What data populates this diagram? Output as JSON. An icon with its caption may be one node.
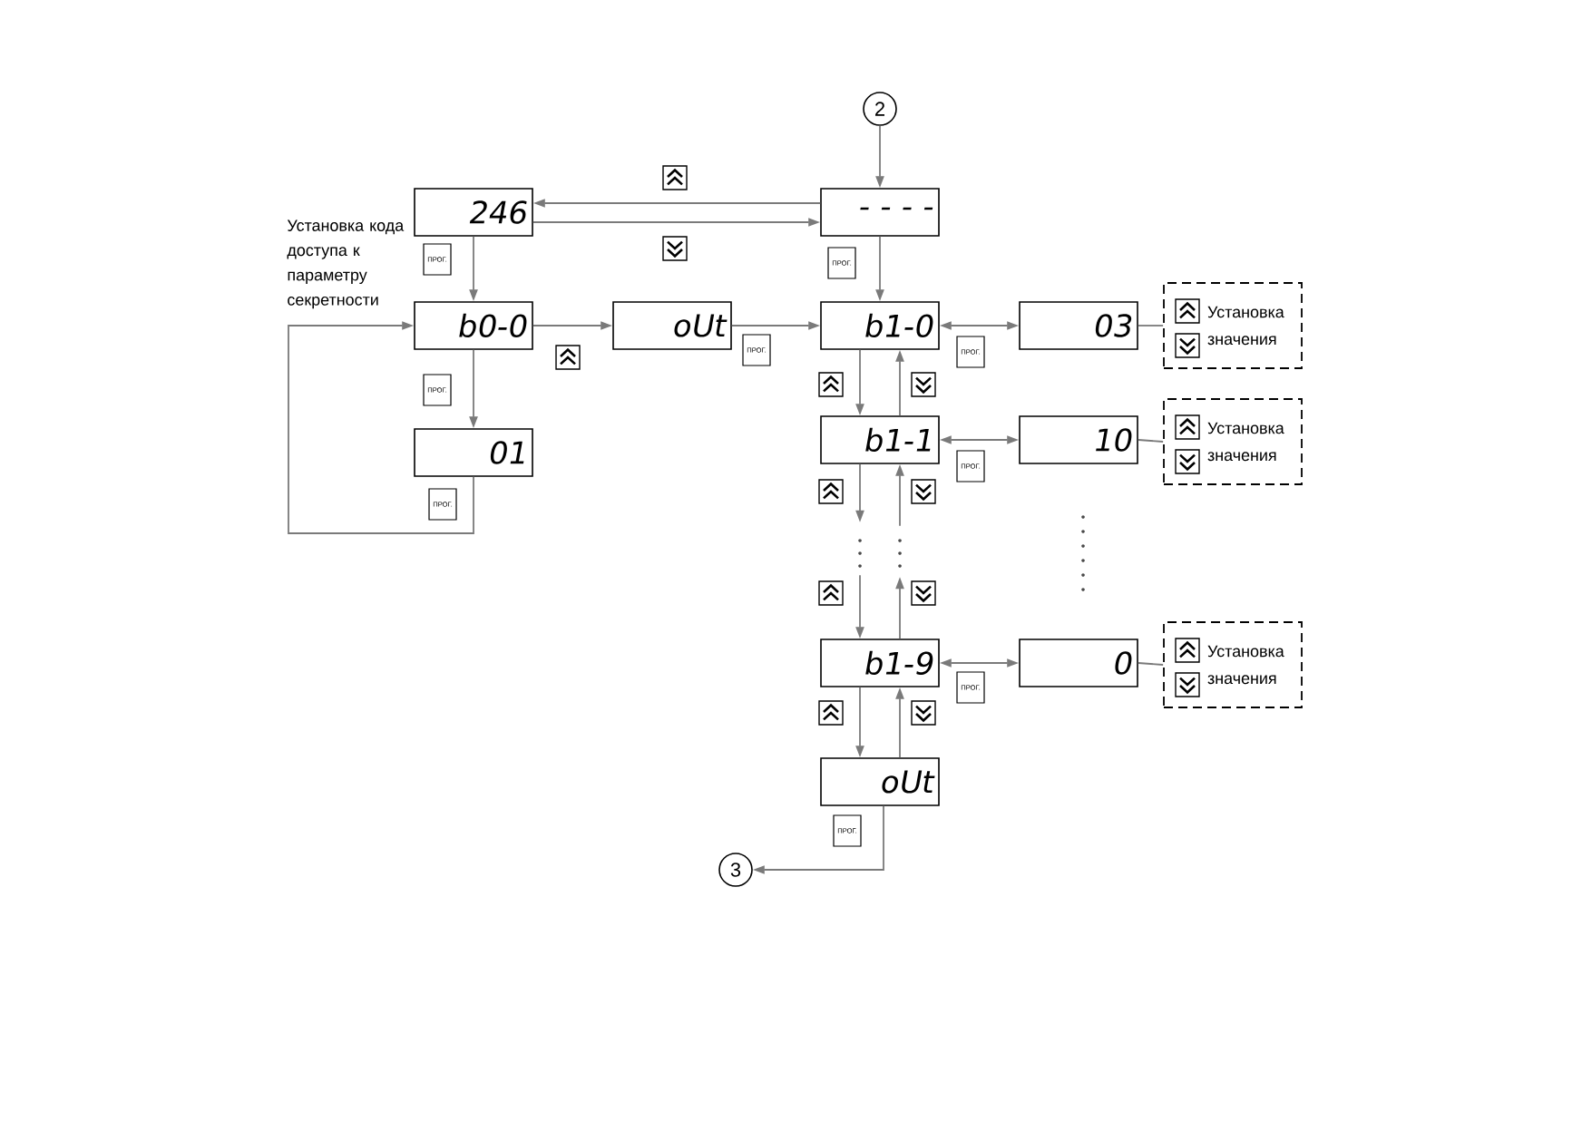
{
  "diagram": {
    "nodes": [
      {
        "text": [
          "2"
        ]
      },
      {
        "text": [
          "246"
        ]
      },
      {
        "text": [
          "- - - -"
        ]
      },
      {
        "text": [
          "b0-0"
        ]
      },
      {
        "text": [
          "oUt"
        ]
      },
      {
        "text": [
          "b1-0"
        ]
      },
      {
        "text": [
          "03"
        ]
      },
      {
        "text": [
          "Установка значения"
        ]
      },
      {
        "text": [
          "01"
        ]
      },
      {
        "text": [
          "b1-1"
        ]
      },
      {
        "text": [
          "10"
        ]
      },
      {
        "text": [
          "Установка значения"
        ]
      },
      {
        "text": [
          "b1-9"
        ]
      },
      {
        "text": [
          "0"
        ]
      },
      {
        "text": [
          "Установка значения"
        ]
      },
      {
        "text": [
          "oUt"
        ]
      },
      {
        "text": [
          "3"
        ]
      }
    ],
    "edges": [
      {
        "from": 0,
        "to": 2,
        "arrow": "to"
      },
      {
        "from": 2,
        "to": 1,
        "arrow": "to"
      },
      {
        "from": 1,
        "to": 2,
        "arrow": "to"
      },
      {
        "from": 1,
        "to": 3,
        "arrow": "to",
        "label": "ПРОГ."
      },
      {
        "from": 2,
        "to": 5,
        "arrow": "to",
        "label": "ПРОГ."
      },
      {
        "from": 3,
        "to": 4,
        "arrow": "to"
      },
      {
        "from": 4,
        "to": 5,
        "arrow": "to",
        "label": "ПРОГ."
      },
      {
        "from": 5,
        "to": 6,
        "arrow": "both",
        "label": "ПРОГ."
      },
      {
        "from": 6,
        "to": 7,
        "arrow": "none"
      },
      {
        "from": 3,
        "to": 8,
        "arrow": "to",
        "label": "ПРОГ."
      },
      {
        "from": 8,
        "to": 3,
        "arrow": "to",
        "label": "ПРОГ."
      },
      {
        "from": 5,
        "to": 9,
        "arrow": "to"
      },
      {
        "from": 9,
        "to": 5,
        "arrow": "to"
      },
      {
        "from": 9,
        "to": 10,
        "arrow": "both",
        "label": "ПРОГ."
      },
      {
        "from": 10,
        "to": 11,
        "arrow": "none"
      },
      {
        "from": 9,
        "to": null,
        "arrow": "to"
      },
      {
        "from": null,
        "to": 12,
        "arrow": "to"
      },
      {
        "from": 12,
        "to": null,
        "arrow": "to"
      },
      {
        "from": null,
        "to": 9,
        "arrow": "to"
      },
      {
        "from": 12,
        "to": 13,
        "arrow": "both",
        "label": "ПРОГ."
      },
      {
        "from": 13,
        "to": 14,
        "arrow": "none"
      },
      {
        "from": 12,
        "to": 15,
        "arrow": "to"
      },
      {
        "from": 15,
        "to": 12,
        "arrow": "to"
      },
      {
        "from": 15,
        "to": 16,
        "arrow": "to",
        "label": "ПРОГ."
      }
    ],
    "labels": [
      "Установка кода доступа к параметру секретности"
    ]
  }
}
